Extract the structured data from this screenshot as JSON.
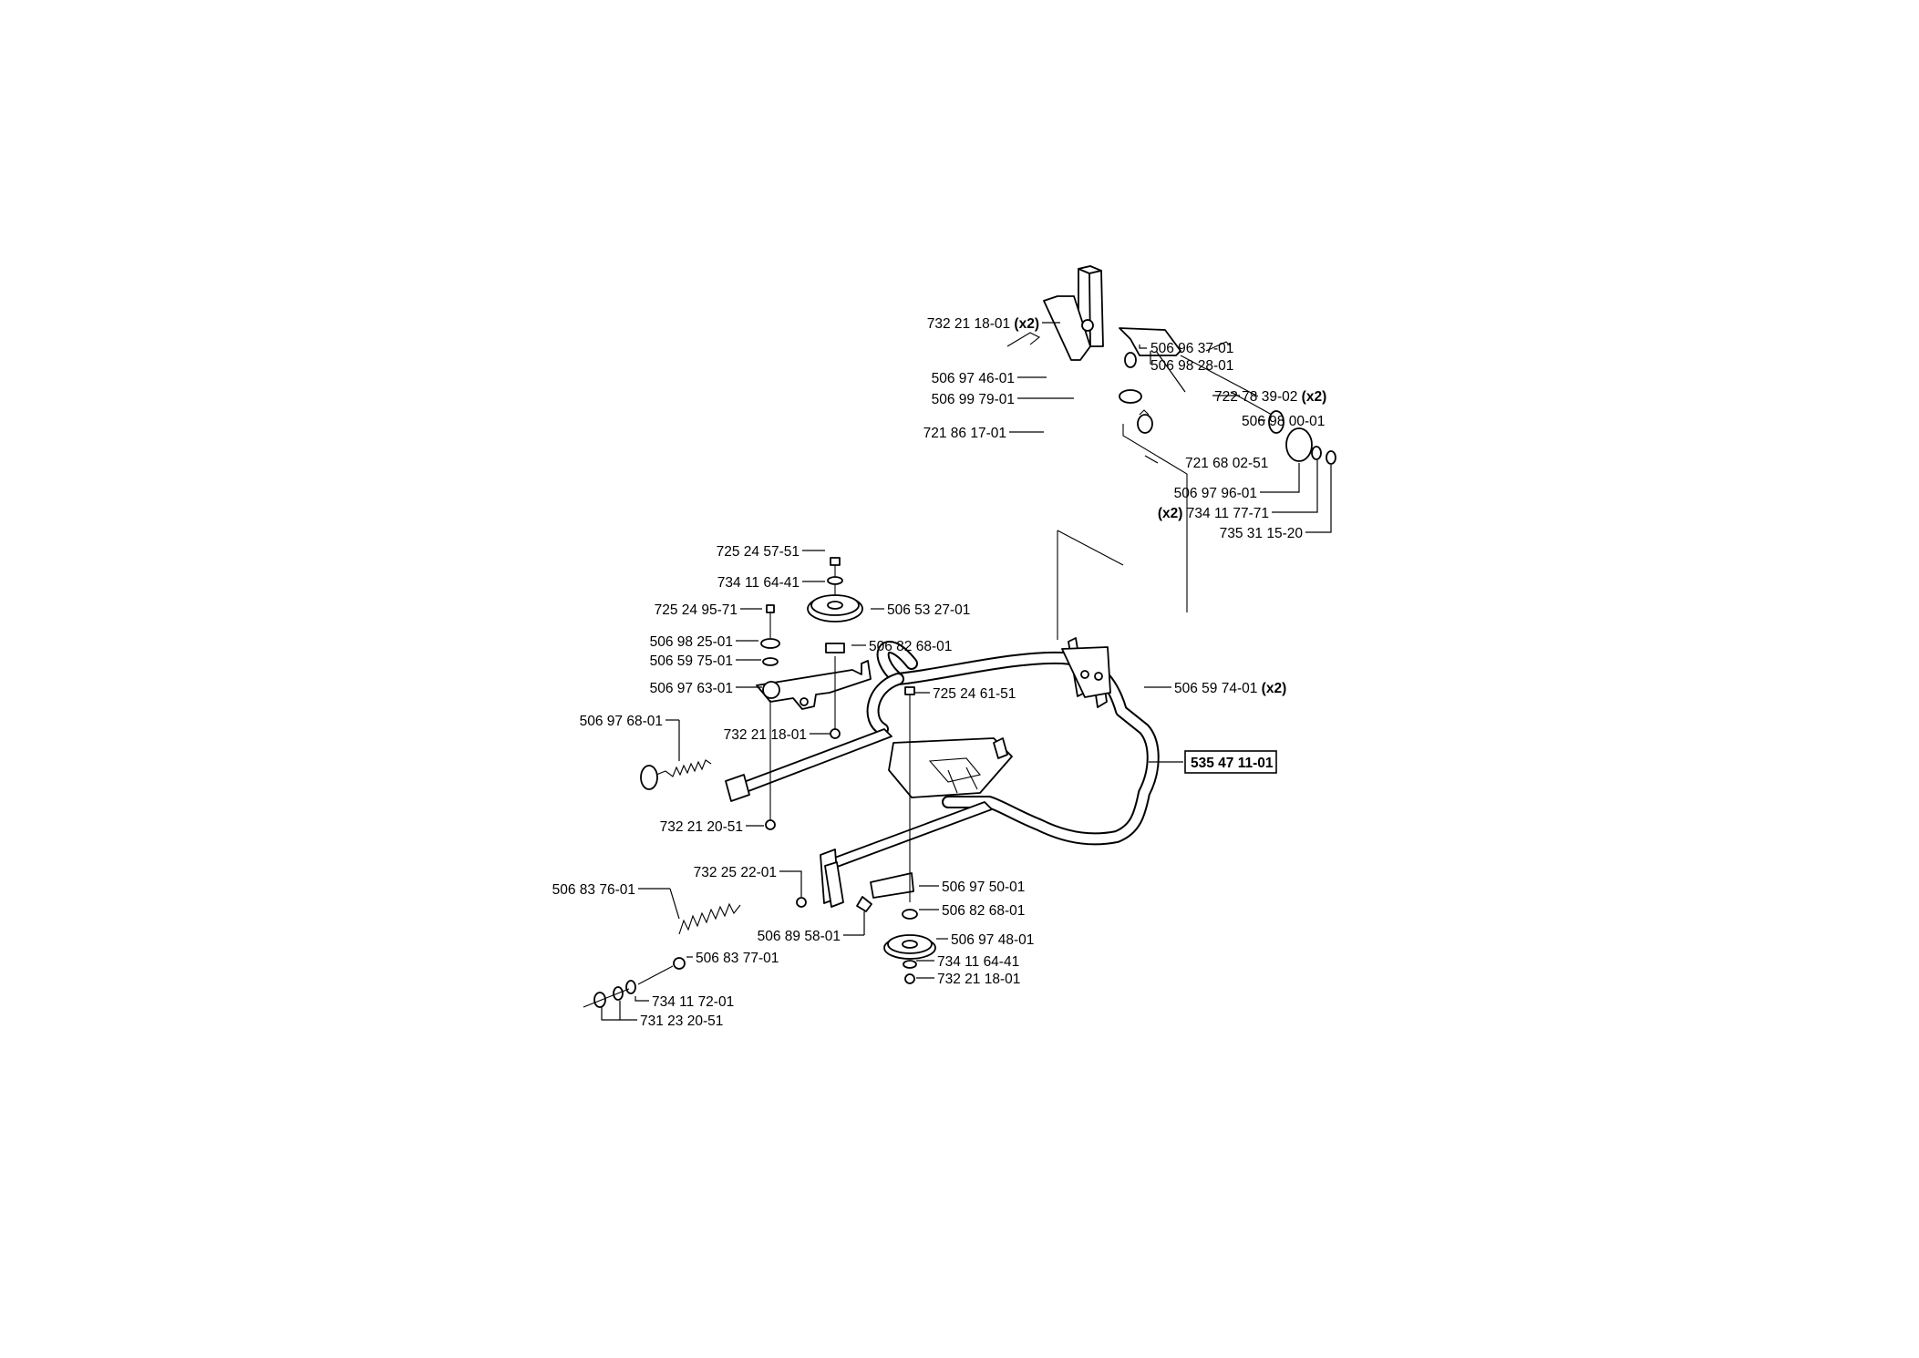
{
  "assembly_number": "535 47 11-01",
  "callouts": [
    {
      "id": "c01",
      "number": "732 21 18-01",
      "qty": "(x2)",
      "qty_pos": "after"
    },
    {
      "id": "c02",
      "number": "506 97 46-01",
      "qty": "",
      "qty_pos": ""
    },
    {
      "id": "c03",
      "number": "506 99 79-01",
      "qty": "",
      "qty_pos": ""
    },
    {
      "id": "c04",
      "number": "721 86 17-01",
      "qty": "",
      "qty_pos": ""
    },
    {
      "id": "c05",
      "number": "506 96 37-01",
      "qty": "",
      "qty_pos": ""
    },
    {
      "id": "c06",
      "number": "506 98 28-01",
      "qty": "",
      "qty_pos": ""
    },
    {
      "id": "c07",
      "number": "722 78 39-02",
      "qty": "(x2)",
      "qty_pos": "after"
    },
    {
      "id": "c08",
      "number": "506 98 00-01",
      "qty": "",
      "qty_pos": ""
    },
    {
      "id": "c09",
      "number": "721 68 02-51",
      "qty": "",
      "qty_pos": ""
    },
    {
      "id": "c10",
      "number": "506 97 96-01",
      "qty": "",
      "qty_pos": ""
    },
    {
      "id": "c11",
      "number": "734 11 77-71",
      "qty": "(x2)",
      "qty_pos": "before"
    },
    {
      "id": "c12",
      "number": "735 31 15-20",
      "qty": "",
      "qty_pos": ""
    },
    {
      "id": "c13",
      "number": "725 24 57-51",
      "qty": "",
      "qty_pos": ""
    },
    {
      "id": "c14",
      "number": "734 11 64-41",
      "qty": "",
      "qty_pos": ""
    },
    {
      "id": "c15",
      "number": "506 53 27-01",
      "qty": "",
      "qty_pos": ""
    },
    {
      "id": "c16",
      "number": "725 24 95-71",
      "qty": "",
      "qty_pos": ""
    },
    {
      "id": "c17",
      "number": "506 98 25-01",
      "qty": "",
      "qty_pos": ""
    },
    {
      "id": "c18",
      "number": "506 82 68-01",
      "qty": "",
      "qty_pos": ""
    },
    {
      "id": "c19",
      "number": "506 59 75-01",
      "qty": "",
      "qty_pos": ""
    },
    {
      "id": "c20",
      "number": "506 97 63-01",
      "qty": "",
      "qty_pos": ""
    },
    {
      "id": "c21",
      "number": "506 59 74-01",
      "qty": "(x2)",
      "qty_pos": "after"
    },
    {
      "id": "c22",
      "number": "725 24 61-51",
      "qty": "",
      "qty_pos": ""
    },
    {
      "id": "c23",
      "number": "506 97 68-01",
      "qty": "",
      "qty_pos": ""
    },
    {
      "id": "c24",
      "number": "732 21 18-01",
      "qty": "",
      "qty_pos": ""
    },
    {
      "id": "c25",
      "number": "732 21 20-51",
      "qty": "",
      "qty_pos": ""
    },
    {
      "id": "c26",
      "number": "732 25 22-01",
      "qty": "",
      "qty_pos": ""
    },
    {
      "id": "c27",
      "number": "506 97 50-01",
      "qty": "",
      "qty_pos": ""
    },
    {
      "id": "c28",
      "number": "506 83 76-01",
      "qty": "",
      "qty_pos": ""
    },
    {
      "id": "c29",
      "number": "506 82 68-01",
      "qty": "",
      "qty_pos": ""
    },
    {
      "id": "c30",
      "number": "506 89 58-01",
      "qty": "",
      "qty_pos": ""
    },
    {
      "id": "c31",
      "number": "506 97 48-01",
      "qty": "",
      "qty_pos": ""
    },
    {
      "id": "c32",
      "number": "506 83 77-01",
      "qty": "",
      "qty_pos": ""
    },
    {
      "id": "c33",
      "number": "734 11 64-41",
      "qty": "",
      "qty_pos": ""
    },
    {
      "id": "c34",
      "number": "732 21 18-01",
      "qty": "",
      "qty_pos": ""
    },
    {
      "id": "c35",
      "number": "734 11 72-01",
      "qty": "",
      "qty_pos": ""
    },
    {
      "id": "c36",
      "number": "731 23 20-51",
      "qty": "",
      "qty_pos": ""
    }
  ]
}
